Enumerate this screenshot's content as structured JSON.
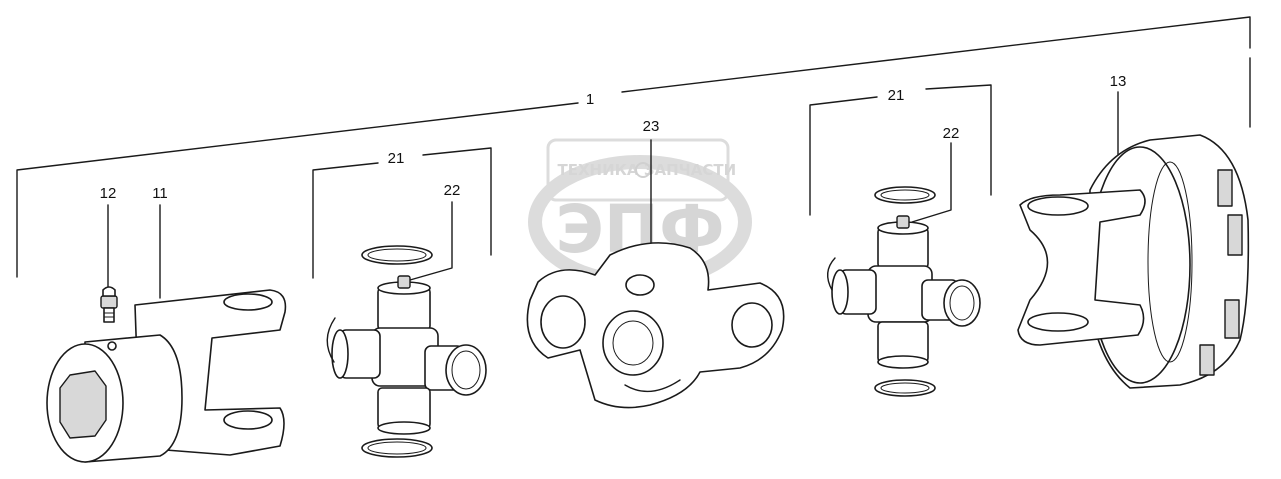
{
  "watermark": {
    "top_left": "ТЕХНИКА",
    "top_right": "ЗАПЧАСТИ",
    "center": "ЭПФ"
  },
  "callouts": {
    "assembly": "1",
    "yoke": "11",
    "grease_nipple": "12",
    "clutch_yoke": "13",
    "cross_kit_left": "21",
    "nipple_left": "22",
    "center_body": "23",
    "cross_kit_right": "21",
    "nipple_right": "22"
  },
  "colors": {
    "line": "#1a1a1a",
    "watermark": "#d6d6d6"
  }
}
